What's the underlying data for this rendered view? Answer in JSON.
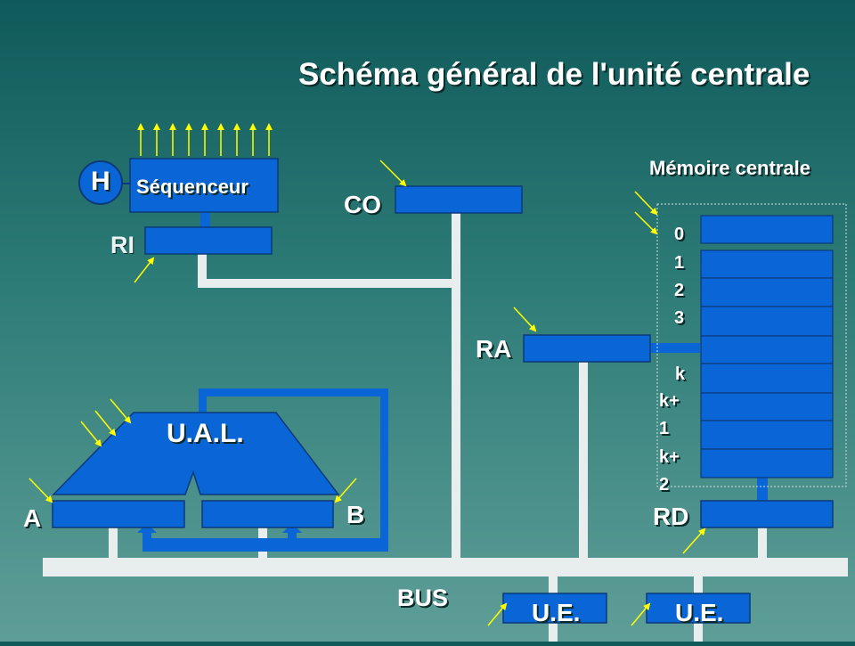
{
  "title": "Schéma général de l'unité centrale",
  "sequenceur": {
    "clock_label": "H",
    "label": "Séquenceur"
  },
  "registers": {
    "ri": "RI",
    "co": "CO",
    "ra": "RA",
    "rd": "RD",
    "a": "A",
    "b": "B"
  },
  "ual": {
    "label": "U.A.L."
  },
  "memoire": {
    "title": "Mémoire centrale",
    "addresses": [
      "0",
      "1",
      "2",
      "3",
      "k",
      "k+\n1",
      "k+\n2"
    ]
  },
  "bus": {
    "label": "BUS"
  },
  "exchange_units": [
    "U.E.",
    "U.E."
  ],
  "colors": {
    "block": "#0a66d6",
    "block_border": "#0b3a7a",
    "bus": "#e8eeee",
    "signal_arrow": "#ffff00",
    "background_top": "#0f5a5a",
    "background_bottom": "#5f9e98"
  }
}
